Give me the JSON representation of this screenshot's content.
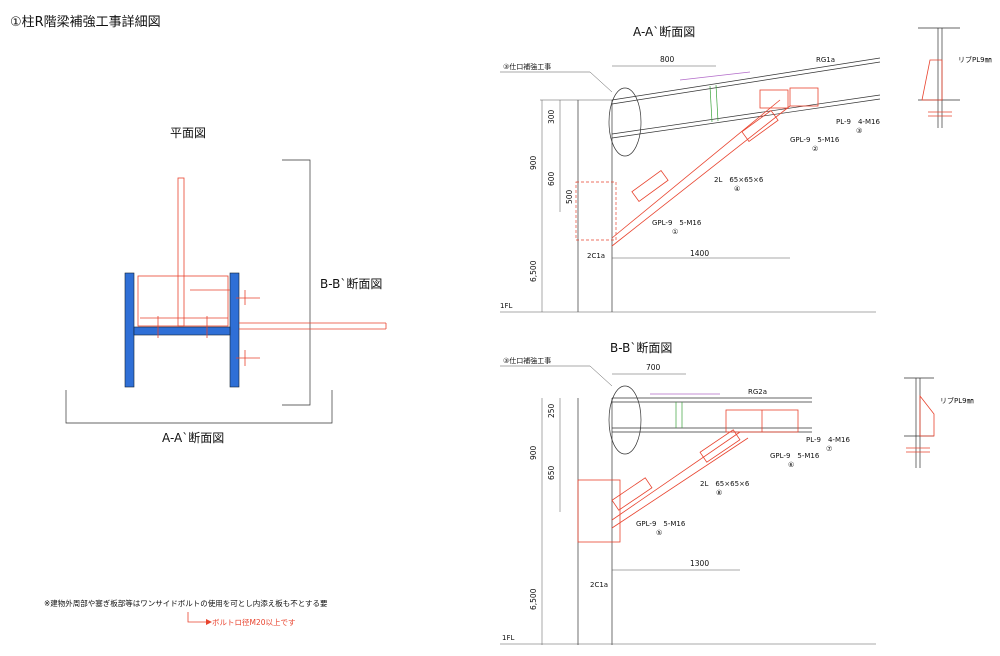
{
  "title": "①柱R階梁補強工事詳細図",
  "plan": {
    "title": "平面図",
    "label_bb": "B-B`断面図",
    "label_aa": "A-A`断面図",
    "column_color": "#2f6fd6"
  },
  "section_aa": {
    "title": "A-A`断面図",
    "beam_label": "RG1a",
    "column_label": "2C1a",
    "callout": "③仕口補強工事",
    "floor": "1FL",
    "rib": "リブPL9㎜",
    "dims": {
      "top": "800",
      "d300": "300",
      "d600": "600",
      "d900": "900",
      "d500": "500",
      "h": "6,500",
      "horiz": "1400"
    },
    "parts": {
      "p1": "GPL-9　5-M16",
      "n1": "①",
      "p2": "GPL-9　5-M16",
      "n2": "②",
      "p3": "PL-9　4-M16",
      "n3": "③",
      "p4": "2L　65×65×6",
      "n4": "④"
    }
  },
  "section_bb": {
    "title": "B-B`断面図",
    "beam_label": "RG2a",
    "column_label": "2C1a",
    "callout": "③仕口補強工事",
    "floor": "1FL",
    "rib": "リブPL9㎜",
    "dims": {
      "top": "700",
      "d250": "250",
      "d650": "650",
      "d900": "900",
      "h": "6,500",
      "horiz": "1300"
    },
    "parts": {
      "p5": "GPL-9　5-M16",
      "n5": "⑤",
      "p6": "GPL-9　5-M16",
      "n6": "⑥",
      "p7": "PL-9　4-M16",
      "n7": "⑦",
      "p8": "2L　65×65×6",
      "n8": "⑧"
    }
  },
  "note": "※建物外周部や塞ぎ板部等はワンサイドボルトの使用を可とし内添え板も不とする要",
  "note_red": "ボルトロ径M20以上です",
  "colors": {
    "red": "#e8432e",
    "blue": "#2f6fd6",
    "green": "#3aa33a",
    "purple": "#b26ac9"
  }
}
